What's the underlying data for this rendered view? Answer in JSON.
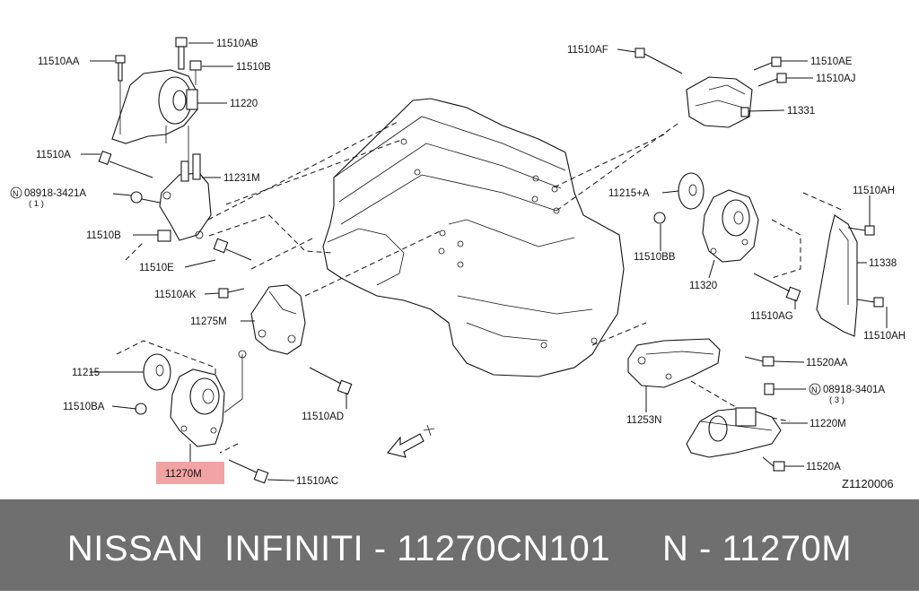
{
  "diagram": {
    "labels": {
      "p11510AA": "11510AA",
      "p11510AB": "11510AB",
      "p11510B": "11510B",
      "p11220": "11220",
      "p11510A": "11510A",
      "p11231M": "11231M",
      "p08918_3421A": "08918-3421A",
      "p08918_3421A_qty": "( 1 )",
      "p11510B_2": "11510B",
      "p11510E": "11510E",
      "p11510AK": "11510AK",
      "p11275M": "11275M",
      "p11215": "11215",
      "p11510BA": "11510BA",
      "p11270M": "11270M",
      "p11510AC": "11510AC",
      "p11510AD": "11510AD",
      "p11510AF": "11510AF",
      "p11510AE": "11510AE",
      "p11510AJ": "11510AJ",
      "p11331": "11331",
      "p11215A": "11215+A",
      "p11510BB": "11510BB",
      "p11320": "11320",
      "p11510AH_top": "11510AH",
      "p11338": "11338",
      "p11510AH_bot": "11510AH",
      "p11510AG": "11510AG",
      "p11520AA": "11520AA",
      "p08918_3401A": "08918-3401A",
      "p08918_3401A_qty": "( 3 )",
      "p11253N": "11253N",
      "p11220M": "11220M",
      "p11520A": "11520A",
      "diagram_id": "Z1120006",
      "nut_symbol": "N"
    },
    "highlight_color": "#f2a3a3"
  },
  "footer": {
    "text": "NISSAN  INFINITI - 11270CN101     N - 11270M",
    "background": "#6f6f6f"
  }
}
